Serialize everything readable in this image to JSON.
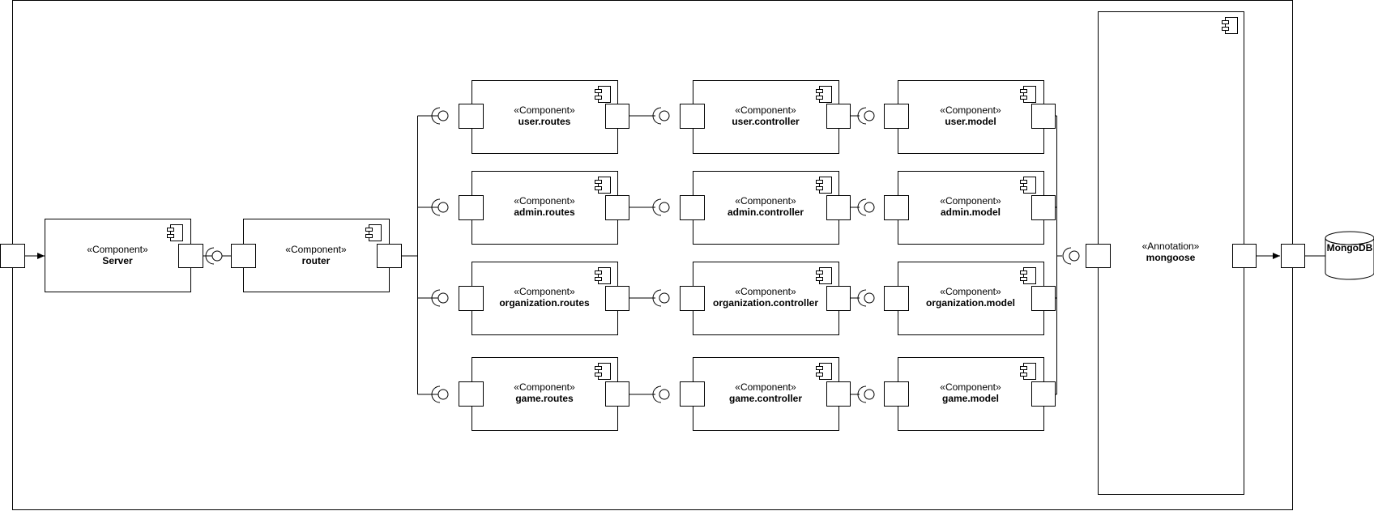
{
  "diagram": {
    "server": {
      "stereotype": "«Component»",
      "name": "Server"
    },
    "router": {
      "stereotype": "«Component»",
      "name": "router"
    },
    "rows": [
      {
        "routes": {
          "stereotype": "«Component»",
          "name": "user.routes"
        },
        "controller": {
          "stereotype": "«Component»",
          "name": "user.controller"
        },
        "model": {
          "stereotype": "«Component»",
          "name": "user.model"
        }
      },
      {
        "routes": {
          "stereotype": "«Component»",
          "name": "admin.routes"
        },
        "controller": {
          "stereotype": "«Component»",
          "name": "admin.controller"
        },
        "model": {
          "stereotype": "«Component»",
          "name": "admin.model"
        }
      },
      {
        "routes": {
          "stereotype": "«Component»",
          "name": "organization.routes"
        },
        "controller": {
          "stereotype": "«Component»",
          "name": "organization.controller"
        },
        "model": {
          "stereotype": "«Component»",
          "name": "organization.model"
        }
      },
      {
        "routes": {
          "stereotype": "«Component»",
          "name": "game.routes"
        },
        "controller": {
          "stereotype": "«Component»",
          "name": "game.controller"
        },
        "model": {
          "stereotype": "«Component»",
          "name": "game.model"
        }
      }
    ],
    "mongoose": {
      "stereotype": "«Annotation»",
      "name": "mongoose"
    },
    "database": {
      "name": "MongoDB"
    }
  }
}
